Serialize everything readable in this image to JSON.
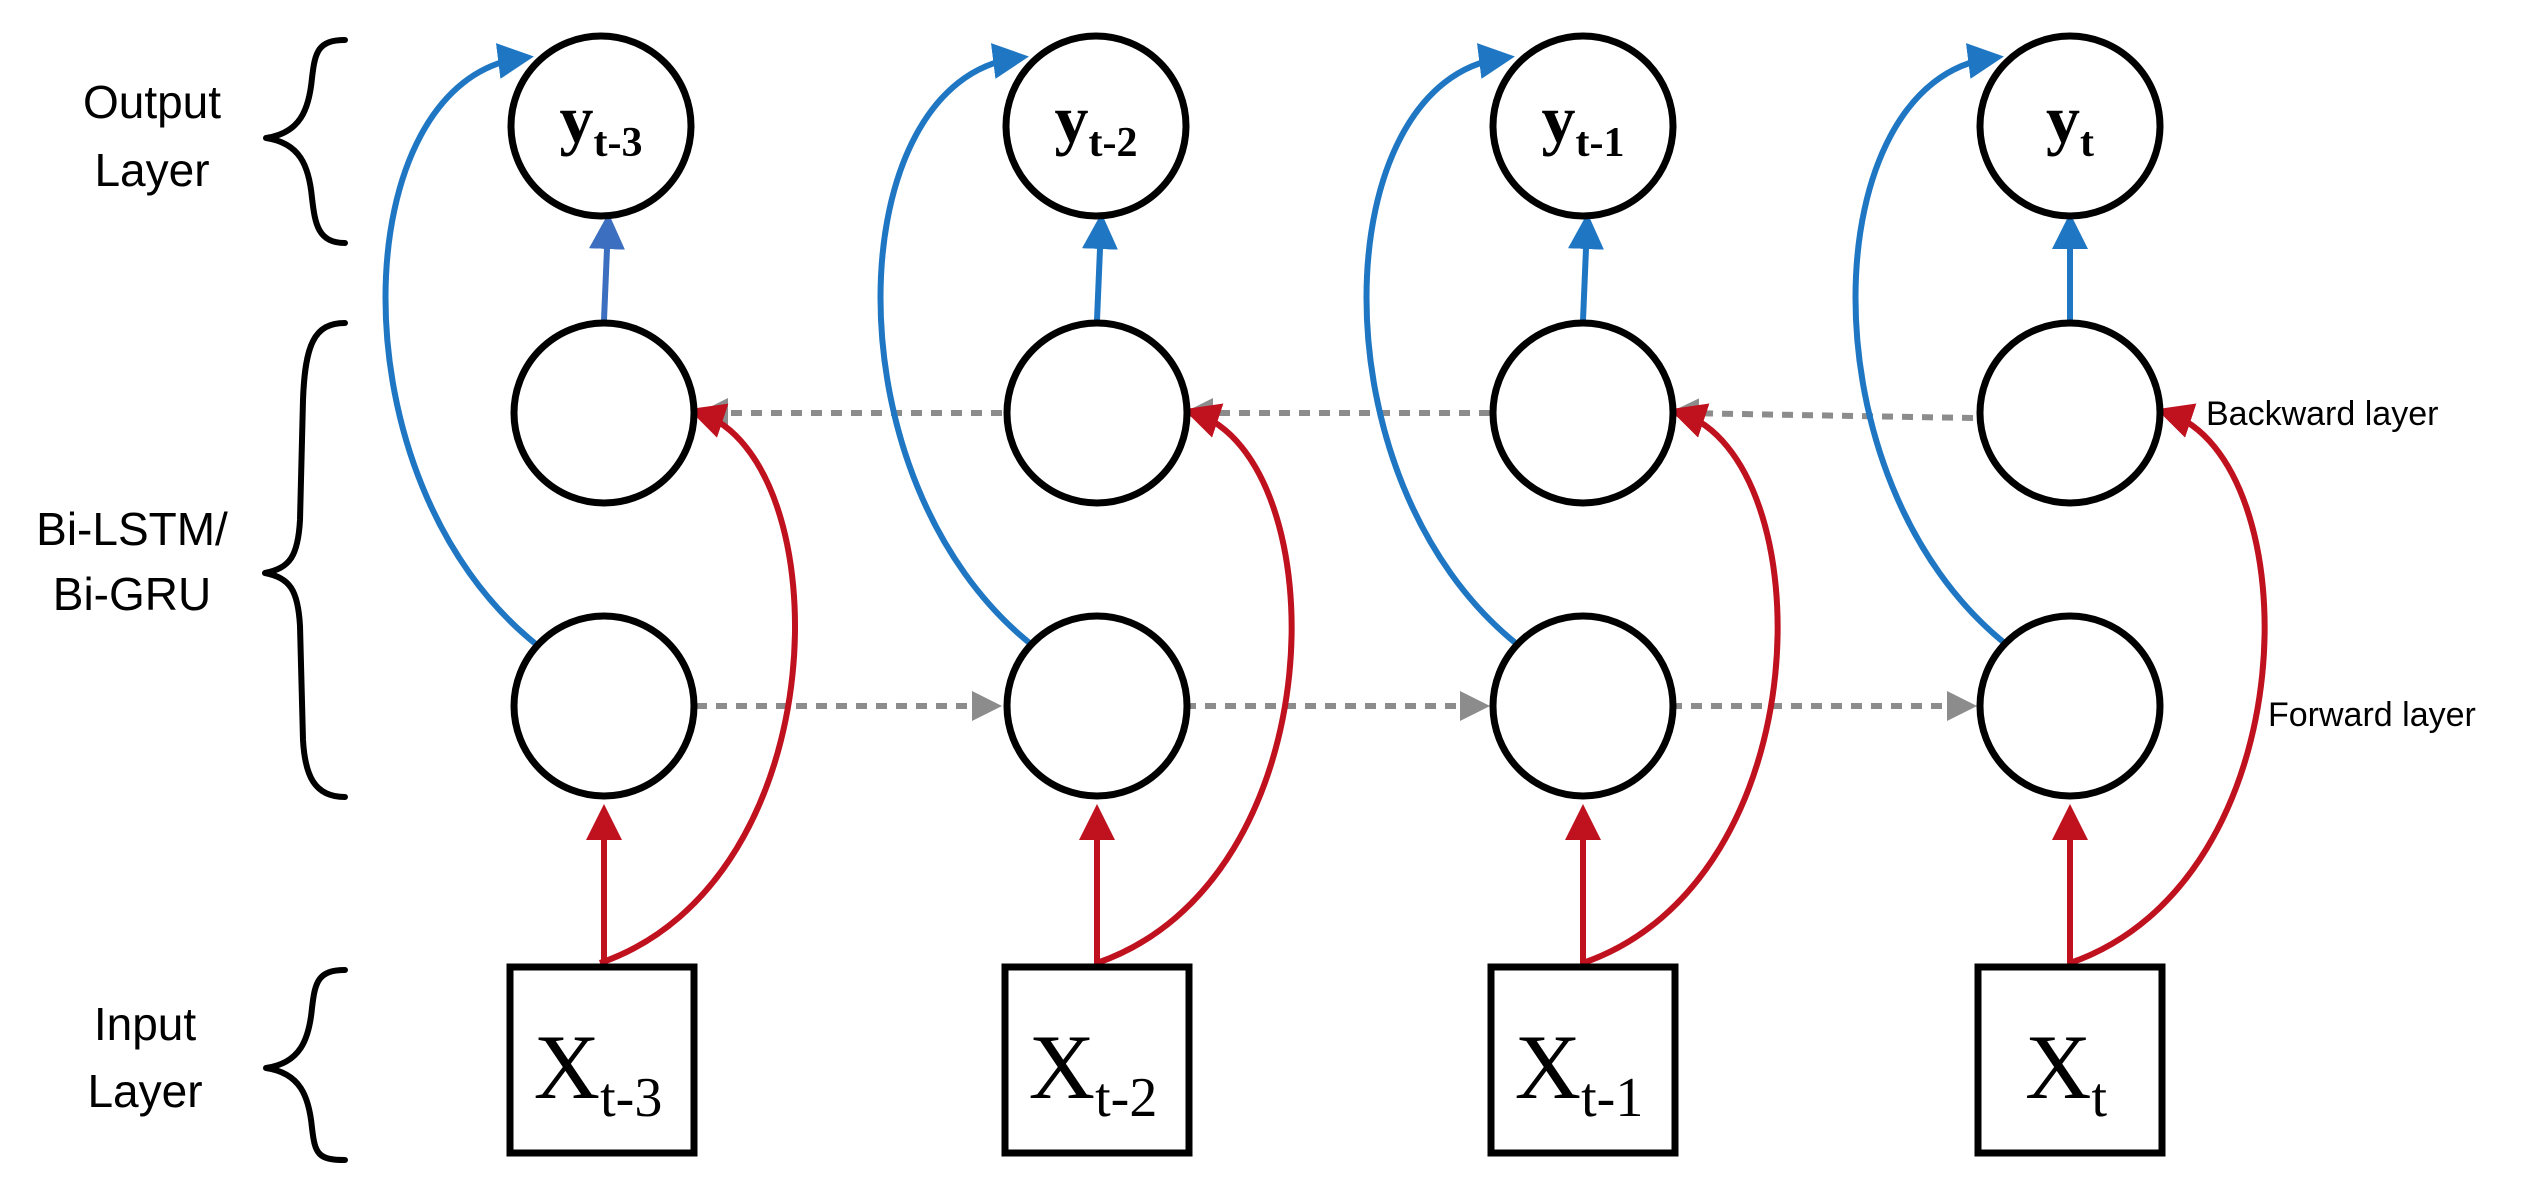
{
  "labels": {
    "output_layer": [
      "Output",
      "Layer"
    ],
    "hidden_layer": [
      "Bi-LSTM/",
      "Bi-GRU"
    ],
    "input_layer": [
      "Input",
      "Layer"
    ],
    "backward_layer": "Backward layer",
    "forward_layer": "Forward layer"
  },
  "columns": [
    {
      "output": {
        "name": "y",
        "sub": "t-3"
      },
      "input": {
        "name": "X",
        "sub": "t-3"
      }
    },
    {
      "output": {
        "name": "y",
        "sub": "t-2"
      },
      "input": {
        "name": "X",
        "sub": "t-2"
      }
    },
    {
      "output": {
        "name": "y",
        "sub": "t-1"
      },
      "input": {
        "name": "X",
        "sub": "t-1"
      }
    },
    {
      "output": {
        "name": "y",
        "sub": "t"
      },
      "input": {
        "name": "X",
        "sub": "t"
      }
    }
  ],
  "colors": {
    "output_path": "#1f77c4",
    "input_path": "#c0111f",
    "recurrent_path": "#8c8c8c"
  }
}
